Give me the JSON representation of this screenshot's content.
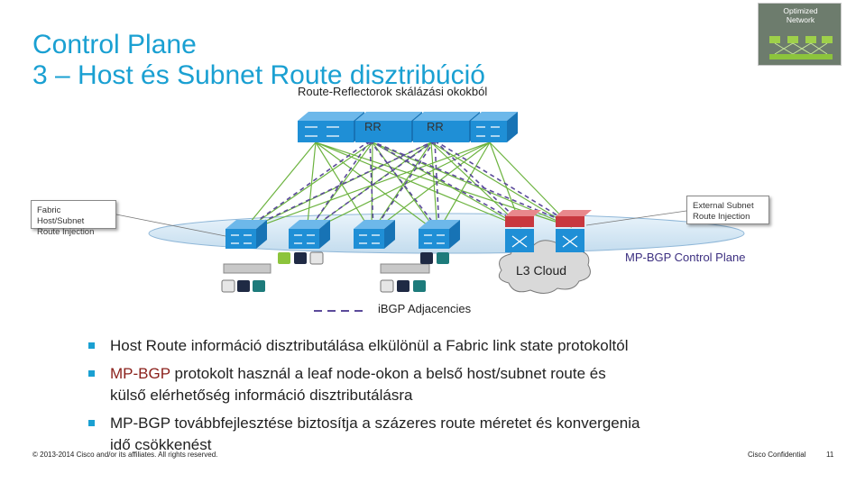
{
  "title": {
    "line1": "Control Plane",
    "line2": "3 – Host és Subnet Route disztribúció"
  },
  "subtitle": "Route-Reflectorok skálázási okokból",
  "thumbnail": {
    "line1": "Optimized",
    "line2": "Network"
  },
  "diagram": {
    "rr_label": "RR",
    "callout_left": {
      "line1": "Fabric Host/Subnet",
      "line2": "Route Injection"
    },
    "callout_right": {
      "line1": "External Subnet",
      "line2": "Route Injection"
    },
    "mp_bgp_label": "MP-BGP Control Plane",
    "l3_cloud_label": "L3 Cloud",
    "legend_label": "iBGP Adjacencies",
    "colors": {
      "spine": "#1f8fd6",
      "leaf": "#1f8fd6",
      "border": "#c8383f",
      "fabric": "#d6e8f5",
      "mesh": "#6cb33f",
      "adjacency": "#5b4a9a"
    }
  },
  "bullets": [
    {
      "text": "Host Route információ disztributálása elkülönül a Fabric link state protokoltól"
    },
    {
      "highlight": "MP-BGP",
      "text": " protokolt használ a leaf node-okon a belső host/subnet route és",
      "line2": "külső elérhetőség információ disztributálásra"
    },
    {
      "text": "MP-BGP továbbfejlesztése biztosítja a százeres route méretet és konvergenia",
      "line2": "idő csökkenést"
    }
  ],
  "footer": {
    "copyright": "© 2013-2014  Cisco and/or its affiliates. All rights reserved.",
    "confidential": "Cisco Confidential",
    "page_number": "11"
  }
}
